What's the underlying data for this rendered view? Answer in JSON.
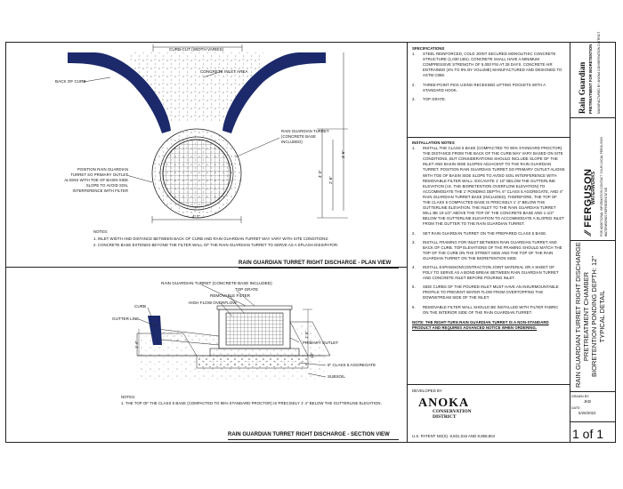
{
  "plan": {
    "curb_cut": "CURB-CUT (WIDTH VARIES)",
    "concrete_inlet": "CONCRETE INLET AREA",
    "back_of_curb": "BACK OF CURB",
    "turret_label": "RAIN GUARDIAN TURRET (CONCRETE BASE INCLUDED)",
    "position_label": "POSITION RAIN GUARDIAN TURRET SO PRIMARY OUTLET ALIGNS WITH TOE OF BASIN SIDE SLOPE TO AVOID SOIL INTERFERENCE WITH FILTER",
    "dim_width": "4' 2\"",
    "dim_a": "3' 6\"",
    "dim_b": "2' 6\"",
    "dim_c": "4' 0\"",
    "notes_heading": "NOTES:",
    "notes": [
      "1.  INLET WIDTH AND DISTANCE BETWEEN BACK OF CURB AND RAIN GUARDIAN TURRET MAY VARY WITH SITE CONDITIONS.",
      "2.  CONCRETE BASE EXTENDS BEYOND THE FILTER WALL OF THE RAIN GUARDIAN TURRET TO SERVE AS A SPLASH DISSIPATOR."
    ],
    "title": "RAIN GUARDIAN TURRET RIGHT DISCHARGE - PLAN VIEW"
  },
  "section": {
    "turret_label": "RAIN GUARDIAN TURRET (CONCRETE BASE INCLUDED)",
    "top_grate": "TOP GRATE",
    "removable_filter": "REMOVABLE FILTER",
    "high_flow": "HIGH FLOW OVERFLOW",
    "curb": "CURB",
    "gutter_line": "GUTTER LINE",
    "primary_outlet": "PRIMARY OUTLET",
    "aggregate": "6\" CLASS 5 AGGREGATE",
    "subsoil": "SUBSOIL",
    "dim_a": "1' 5\"",
    "dim_b": "10\"",
    "dim_c": "1' 4\"",
    "notes_heading": "NOTES:",
    "notes": [
      "1.  THE TOP OF THE CLASS 5 BASE (COMPACTED TO 95% STANDARD PROCTOR) IS PRECISELY 1' 4\" BELOW THE GUTTERLINE ELEVATION."
    ],
    "title": "RAIN GUARDIAN TURRET RIGHT DISCHARGE - SECTION VIEW"
  },
  "specs": {
    "heading": "SPECIFICATIONS",
    "items": [
      {
        "num": "1.",
        "text": "STEEL REINFORCED, COLD JOINT SECURED MONOLITHIC CONCRETE STRUCTURE (1,030 LBS). CONCRETE SHALL HAVE A MINIMUM COMPRESSIVE STRENGTH OF 5,000 PSI AT 28 DAYS. CONCRETE AIR ENTRAINED (4% TO 8% BY VOLUME) MANUFACTURED AND DESIGNED TO ASTM C858."
      },
      {
        "num": "2.",
        "text": "THREE-POINT PICK USING RECESSED LIFTING POCKETS WITH A STANDARD HOOK."
      },
      {
        "num": "3.",
        "text": "TOP GRATE."
      }
    ]
  },
  "install": {
    "heading": "INSTALLATION NOTES",
    "items": [
      {
        "num": "1.",
        "text": "INSTALL THE CLASS 5 BASE (COMPACTED TO 95% STANDARD PROCTOR). THE DISTANCE FROM THE BACK OF THE CURB MAY VARY BASED ON SITE CONDITIONS, BUT CONSIDERATIONS SHOULD INCLUDE SLOPE OF THE INLET AND BASIN SIDE SLOPES ADJACENT TO THE RAIN GUARDIAN TURRET. POSITION RAIN GUARDIAN TURRET SO PRIMARY OUTLET ALIGNS WITH TOE OF BASIN SIDE SLOPE TO AVOID SOIL INTERFERENCE WITH REMOVABLE FILTER WALL. EXCAVATE 1' 10\" BELOW THE GUTTERLINE ELEVATION (I.E. THE BIORETENTION OVERFLOW ELEVATION) TO ACCOMMODATE THE 1' PONDING DEPTH, 6\" CLASS 5 AGGREGATE, AND 4\" RAIN GUARDIAN TURRET BASE (INCLUDED). THEREFORE, THE TOP OF THE CLASS 5 COMPACTED BASE IS PRECISELY 1' 4\" BELOW THE GUTTERLINE ELEVATION. THE INLET TO THE RAIN GUARDIAN TURRET WILL BE 10-1/2\" ABOVE THE TOP OF THE CONCRETE BASE AND 1-1/2\" BELOW THE GUTTERLINE ELEVATION TO ACCOMMODATE A SLOPED INLET FROM THE GUTTER TO THE RAIN GUARDIAN TURRET."
      },
      {
        "num": "2.",
        "text": "SET RAIN GUARDIAN TURRET ON THE PREPARED CLASS 5 BASE."
      },
      {
        "num": "3.",
        "text": "INSTALL FRAMING FOR INLET BETWEEN RAIN GUARDIAN TURRET AND BACK OF CURB. TOP ELEVATIONS OF THE FRAMING SHOULD MATCH THE TOP OF THE CURB ON THE STREET SIDE AND THE TOP OF THE RAIN GUARDIAN TURRET ON THE BIORETENTION SIDE."
      },
      {
        "num": "4.",
        "text": "INSTALL EXPANSION/CONTRACTION JOINT MATERIAL OR A SHEET OF POLY TO SERVE AS A BOND BREAK BETWEEN RAIN GUARDIAN TURRET AND CONCRETE INLET BEFORE POURING INLET."
      },
      {
        "num": "5.",
        "text": "SIDE CURBS OF THE POURED INLET MUST HAVE AN INSURMOUNTABLE PROFILE TO PREVENT WATER FLOW FROM OVERTOPPING THE DOWNSTREAM SIDE OF THE INLET."
      },
      {
        "num": "6.",
        "text": "REMOVABLE FILTER WALL SHOULD BE INSTALLED WITH FILTER FABRIC ON THE INTERIOR SIDE OF THE RAIN GUARDIAN TURRET."
      }
    ],
    "note": "NOTE: THE RIGHT-TURN RAIN GUARDIAN TURRET IS A NON-STANDARD PRODUCT AND REQUIRES ADVANCED NOTICE WHEN ORDERING."
  },
  "developer": {
    "label": "DEVELOPED BY",
    "logo_line1": "ANOKA",
    "logo_line2": "CONSERVATION",
    "logo_line3": "DISTRICT",
    "patent": "U.S. PATENT NO(S). 8,501,016 AND 8,858,804"
  },
  "sidebar": {
    "brand1": "Rain Guardian",
    "brand2": "PRETREATMENT FOR BIORETENTION",
    "brand_small": "MANUFACTURED BY ANOKA CONSERVATION DISTRICT",
    "ferguson": "FERGUSON",
    "ferguson_sub": "WATERWORKS",
    "ferguson_small": "FOR ADDITIONAL INFORMATION CONTACT YOUR LOCAL FERGUSON WATERWORKS REPRESENTATIVE",
    "drawing_title_1": "RAIN GUARDIAN TURRET RIGHT DISCHARGE",
    "drawing_title_2": "PRETREATMENT CHAMBER",
    "drawing_title_3": "BIORETENTION PONDING DEPTH: 12\"",
    "drawing_title_4": "TYPICAL DETAIL",
    "drawn_by_label": "DRAWN BY:",
    "drawn_by": "JKB",
    "date_label": "DATE:",
    "date": "6/26/2022",
    "sheet": "1 of 1"
  },
  "colors": {
    "curb_fill": "#1c2a6b",
    "line": "#222222",
    "concrete_dots": "#666666"
  }
}
